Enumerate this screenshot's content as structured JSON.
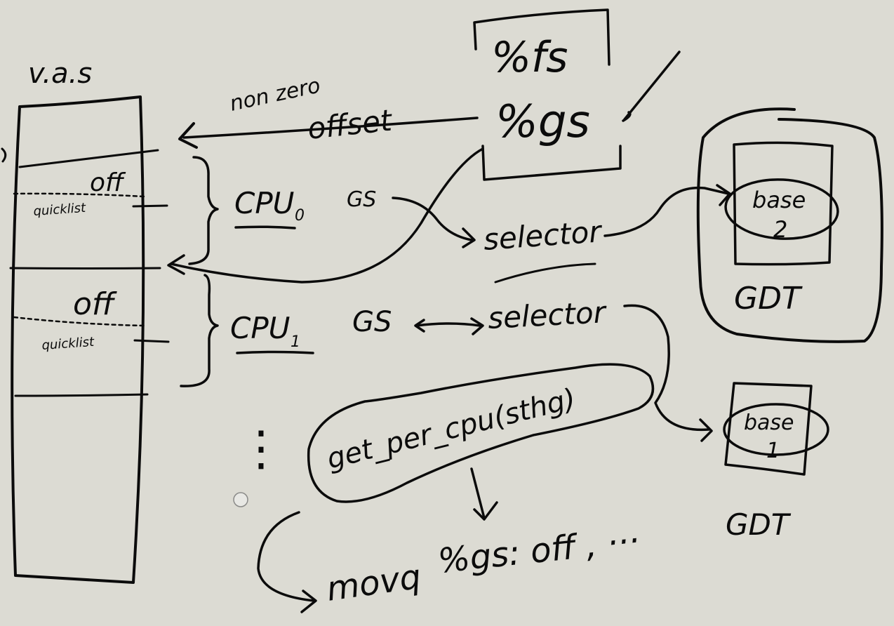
{
  "colors": {
    "background": "#dcdbd3",
    "ink": "#0b0b0b",
    "cursor_ring": "#8a8a88"
  },
  "labels": {
    "vas": "v.a.s",
    "nonzero": "non zero",
    "offset": "offset",
    "fs": "%fs",
    "gs_register": "%gs",
    "off_0": "off",
    "quicklist_0": "quicklist",
    "off_1": "off",
    "quicklist_1": "quicklist",
    "cpu0": "CPU",
    "cpu0_sub": "0",
    "cpu1": "CPU",
    "cpu1_sub": "1",
    "gs_0": "GS",
    "gs_1": "GS",
    "selector_0": "selector",
    "selector_1": "selector",
    "base_2_word": "base",
    "base_2_num": "2",
    "base_1_word": "base",
    "base_1_num": "1",
    "gdt_top": "GDT",
    "gdt_bottom": "GDT",
    "dots": "⋮",
    "get_per_cpu": "get_per_cpu(sthg)",
    "movq": "movq",
    "movq_operand": "%gs: off , ···"
  }
}
